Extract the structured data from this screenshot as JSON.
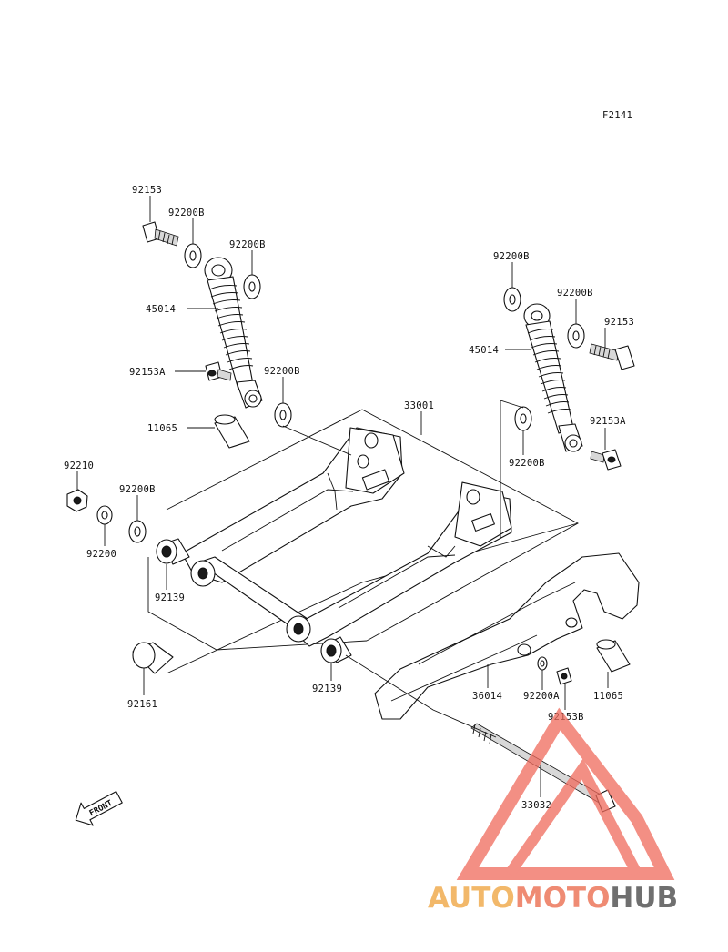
{
  "figure_code": "F2141",
  "labels": {
    "l_92153": "92153",
    "l_92200b_1": "92200B",
    "l_92200b_2": "92200B",
    "l_45014_left": "45014",
    "l_92153a_left": "92153A",
    "l_92200b_3": "92200B",
    "l_11065_left": "11065",
    "l_33001": "33001",
    "l_92210": "92210",
    "l_92200b_4": "92200B",
    "l_92200": "92200",
    "l_92139_left": "92139",
    "l_92161": "92161",
    "l_92139_mid": "92139",
    "l_92200b_5": "92200B",
    "l_92200b_6": "92200B",
    "l_92153_right": "92153",
    "l_45014_right": "45014",
    "l_92153a_right": "92153A",
    "l_92200b_7": "92200B",
    "l_36014": "36014",
    "l_92200a": "92200A",
    "l_92153b": "92153B",
    "l_11065_right": "11065",
    "l_33032": "33032"
  },
  "front_arrow_text": "FRONT",
  "watermark": {
    "part1": "AUTO",
    "part2": "MOTO",
    "part3": "HUB",
    "color_auto": "#f2b86a",
    "color_moto": "#ef8b73",
    "color_hub": "#6f6f6f",
    "triangle_color": "#f06a5c"
  }
}
